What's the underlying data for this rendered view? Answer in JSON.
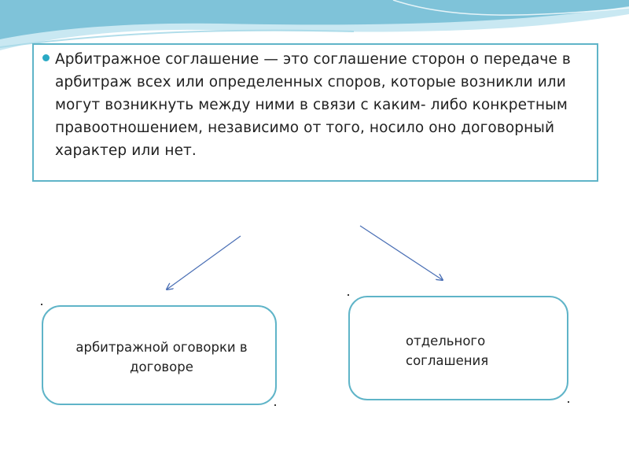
{
  "definition": {
    "text": "Арбитражное соглашение — это соглашение сторон о передаче в арбитраж всех или определенных споров, которые возникли или могут возникнуть между ними в связи с каким- либо конкретным правоотношением, независимо от того, носило оно договорный характер или нет."
  },
  "nodes": {
    "left": "арбитражной оговорки в договоре",
    "right": "отдельного соглашения"
  },
  "colors": {
    "accent": "#5fb4c8",
    "bullet": "#2aa9c4",
    "arrow": "#4a6fb5",
    "wave_dark": "#7fc3d9",
    "wave_light": "#c9e8f2"
  }
}
